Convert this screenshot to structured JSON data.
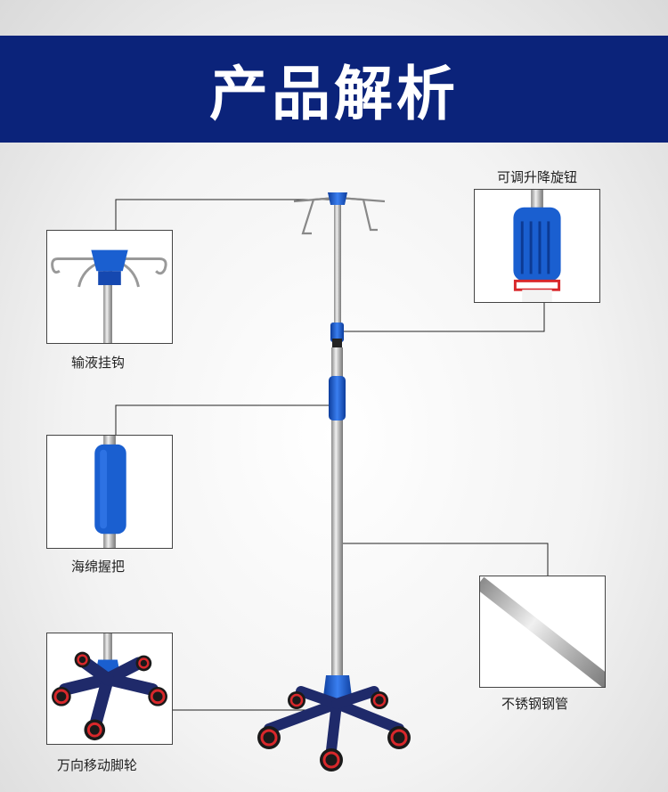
{
  "banner": {
    "title": "产品解析"
  },
  "parts": {
    "hook": {
      "label": "输液挂钩"
    },
    "knob": {
      "label": "可调升降旋钮"
    },
    "grip": {
      "label": "海绵握把"
    },
    "tube": {
      "label": "不锈钢钢管"
    },
    "wheel": {
      "label": "万向移动脚轮"
    }
  },
  "colors": {
    "banner": "#0b237a",
    "accent_blue": "#1a5fd0",
    "base_navy": "#1f2a6a",
    "wheel_red": "#d8282b"
  }
}
